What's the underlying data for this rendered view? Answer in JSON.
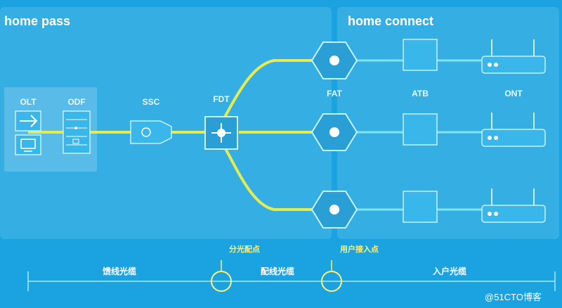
{
  "colors": {
    "background": "#1aa3e0",
    "fiber_feeder": "#e6ec4c",
    "fiber_drop": "#7ee6f0",
    "device_fill": "#39b6ea",
    "device_stroke": "#c8f1ff",
    "axis": "#a6ecff",
    "callout": "#fff176"
  },
  "sections": {
    "home_pass": "home pass",
    "home_connect": "home connect"
  },
  "nodes": {
    "olt": "OLT",
    "odf": "ODF",
    "ssc": "SSC",
    "fdt": "FDT",
    "fat": "FAT",
    "atb": "ATB",
    "ont": "ONT"
  },
  "icons": [
    "router-icon",
    "monitor-icon",
    "splitter-icon",
    "hub-icon",
    "fat-icon",
    "atb-box-icon",
    "ont-router-icon"
  ],
  "axis": {
    "segment_feeder": "馈线光缆",
    "segment_distribution": "配线光缆",
    "segment_drop": "入户光缆",
    "callout_split": "分光配点",
    "callout_access": "用户接入点"
  },
  "watermark": "@51CTO博客"
}
